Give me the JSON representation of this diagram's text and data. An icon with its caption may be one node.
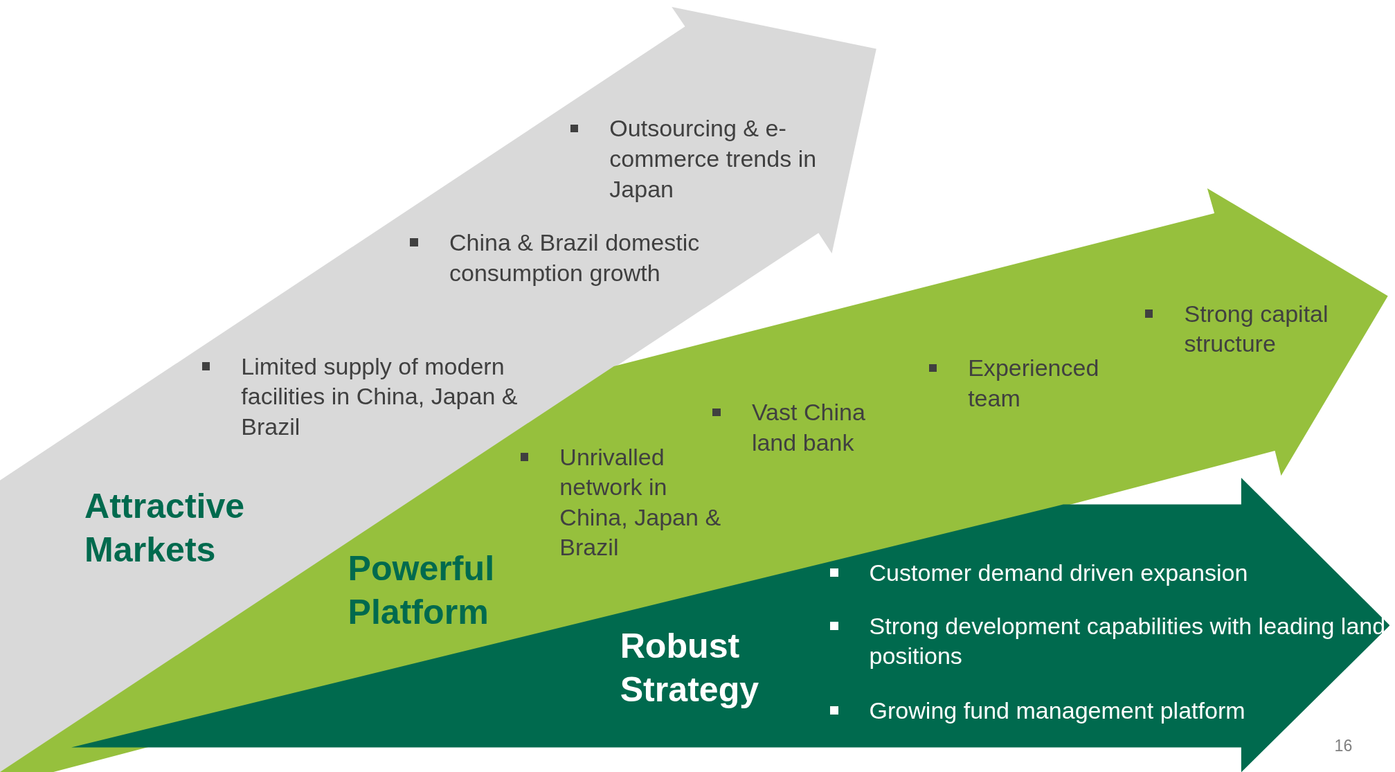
{
  "diagram": {
    "nodes": [
      {
        "text": [
          "Attractive Markets",
          "Outsourcing & e-commerce trends in Japan",
          "China & Brazil domestic consumption growth",
          "Limited supply of modern facilities in China, Japan & Brazil"
        ]
      },
      {
        "text": [
          "Powerful Platform",
          "Unrivalled network in China, Japan & Brazil",
          "Vast China land bank",
          "Experienced team",
          "Strong capital structure"
        ]
      },
      {
        "text": [
          "Robust Strategy",
          "Customer demand driven expansion",
          "Strong development capabilities with leading land positions",
          "Growing fund management platform"
        ]
      }
    ],
    "edges": [],
    "labels": [
      "16"
    ]
  }
}
